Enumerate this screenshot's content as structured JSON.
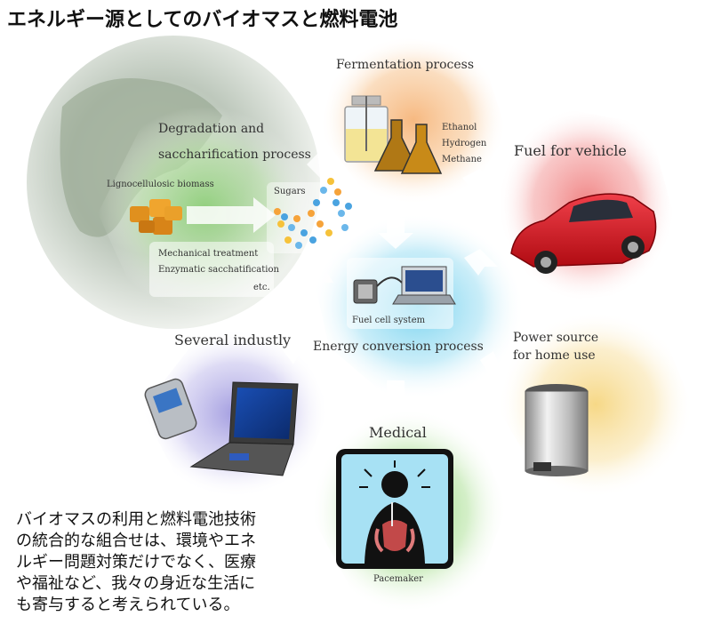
{
  "title": "エネルギー源としてのバイオマスと燃料電池",
  "degradation": {
    "heading_line1": "Degradation and",
    "heading_line2": "saccharification process",
    "biomass": "Lignocellulosic biomass",
    "sugars": "Sugars",
    "method1": "Mechanical treatment",
    "method2": "Enzymatic sacchatification",
    "method3": "etc."
  },
  "fermentation": {
    "heading": "Fermentation process",
    "products": [
      "Ethanol",
      "Hydrogen",
      "Methane"
    ]
  },
  "vehicle": {
    "heading": "Fuel for vehicle"
  },
  "energy": {
    "system": "Fuel cell system",
    "heading": "Energy conversion process"
  },
  "industry": {
    "heading": "Several industly"
  },
  "home": {
    "heading_line1": "Power source",
    "heading_line2": "for home use"
  },
  "medical": {
    "heading": "Medical",
    "device": "Pacemaker"
  },
  "description": [
    "バイオマスの利用と燃料電池技術",
    "の統合的な組合せは、環境やエネ",
    "ルギー問題対策だけでなく、医療",
    "や福祉など、我々の身近な生活に",
    "も寄与すると考えられている。"
  ],
  "colors": {
    "orange_glow": "#f6b57a",
    "red_glow": "#f08a8a",
    "cyan_glow": "#7fd4ef",
    "green_glow": "#8ed47a",
    "purple_glow": "#a9a3e0",
    "yellow_glow": "#f5d98a",
    "car_red": "#d8121b"
  }
}
